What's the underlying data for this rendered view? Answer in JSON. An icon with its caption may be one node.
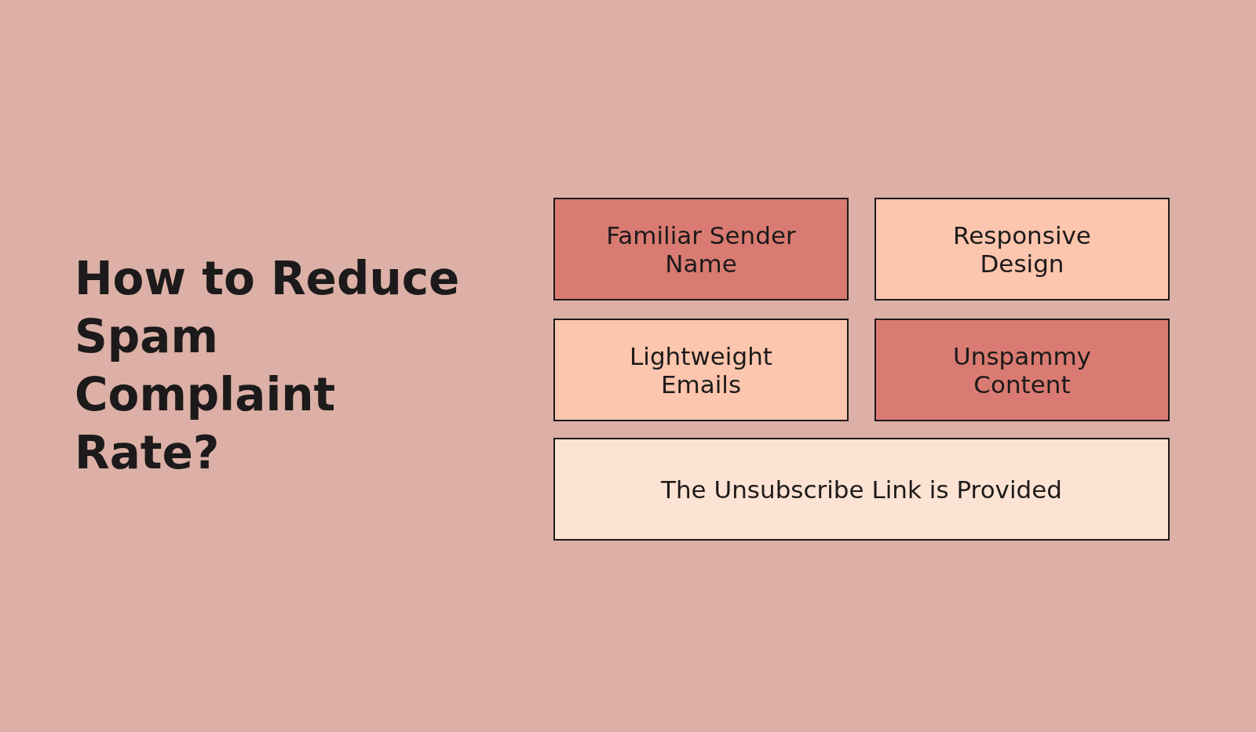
{
  "diagram": {
    "title": "How to Reduce Spam Complaint Rate?",
    "nodes": [
      {
        "text": [
          "Familiar Sender Name"
        ]
      },
      {
        "text": [
          "Responsive Design"
        ]
      },
      {
        "text": [
          "Lightweight Emails"
        ]
      },
      {
        "text": [
          "Unspammy Content"
        ]
      },
      {
        "text": [
          "The Unsubscribe Link is Provided"
        ]
      }
    ]
  }
}
